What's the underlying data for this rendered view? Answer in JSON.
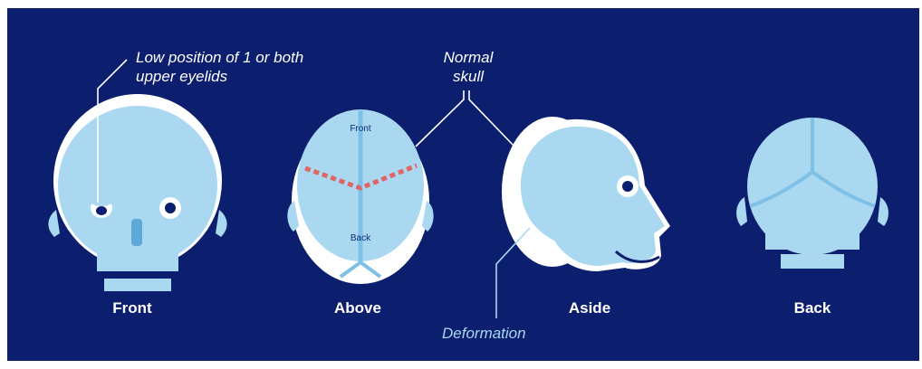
{
  "colors": {
    "background": "#0c1e6e",
    "skull_fill": "#a9d8f0",
    "skull_dark": "#5fa9d9",
    "white": "#ffffff",
    "deformation_line": "#e06464"
  },
  "annotations": {
    "eyelid_note_line1": "Low position of 1 or both",
    "eyelid_note_line2": "upper eyelids",
    "normal_skull_line1": "Normal",
    "normal_skull_line2": "skull",
    "deformation": "Deformation"
  },
  "inner_labels": {
    "front": "Front",
    "back": "Back"
  },
  "views": {
    "front": "Front",
    "above": "Above",
    "aside": "Aside",
    "back": "Back"
  }
}
